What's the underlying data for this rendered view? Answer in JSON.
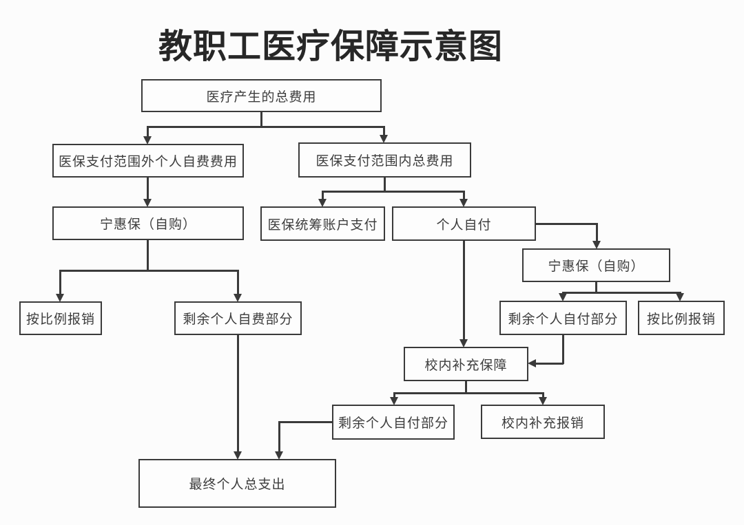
{
  "title": "教职工医疗保障示意图",
  "diagram": {
    "type": "flowchart",
    "nodes": {
      "total_cost": "医疗产生的总费用",
      "out_of_scope_self_fee": "医保支付范围外个人自费费用",
      "in_scope_total": "医保支付范围内总费用",
      "ninghuibao_left": "宁惠保（自购）",
      "pooling_account_pay": "医保统筹账户支付",
      "personal_self_pay": "个人自付",
      "ninghuibao_right": "宁惠保（自购）",
      "proportional_reimburse_left": "按比例报销",
      "remaining_self_fee": "剩余个人自费部分",
      "remaining_self_pay_right": "剩余个人自付部分",
      "proportional_reimburse_right": "按比例报销",
      "campus_supplement": "校内补充保障",
      "remaining_self_pay_lower": "剩余个人自付部分",
      "campus_supplement_reimburse": "校内补充报销",
      "final_total_spend": "最终个人总支出"
    },
    "edges": [
      {
        "from": "total_cost",
        "to": "out_of_scope_self_fee"
      },
      {
        "from": "total_cost",
        "to": "in_scope_total"
      },
      {
        "from": "out_of_scope_self_fee",
        "to": "ninghuibao_left"
      },
      {
        "from": "in_scope_total",
        "to": "pooling_account_pay"
      },
      {
        "from": "in_scope_total",
        "to": "personal_self_pay"
      },
      {
        "from": "personal_self_pay",
        "to": "ninghuibao_right"
      },
      {
        "from": "personal_self_pay",
        "to": "campus_supplement"
      },
      {
        "from": "ninghuibao_left",
        "to": "proportional_reimburse_left"
      },
      {
        "from": "ninghuibao_left",
        "to": "remaining_self_fee"
      },
      {
        "from": "ninghuibao_right",
        "to": "remaining_self_pay_right"
      },
      {
        "from": "ninghuibao_right",
        "to": "proportional_reimburse_right"
      },
      {
        "from": "remaining_self_pay_right",
        "to": "campus_supplement"
      },
      {
        "from": "campus_supplement",
        "to": "remaining_self_pay_lower"
      },
      {
        "from": "campus_supplement",
        "to": "campus_supplement_reimburse"
      },
      {
        "from": "remaining_self_fee",
        "to": "final_total_spend"
      },
      {
        "from": "remaining_self_pay_lower",
        "to": "final_total_spend"
      }
    ]
  }
}
